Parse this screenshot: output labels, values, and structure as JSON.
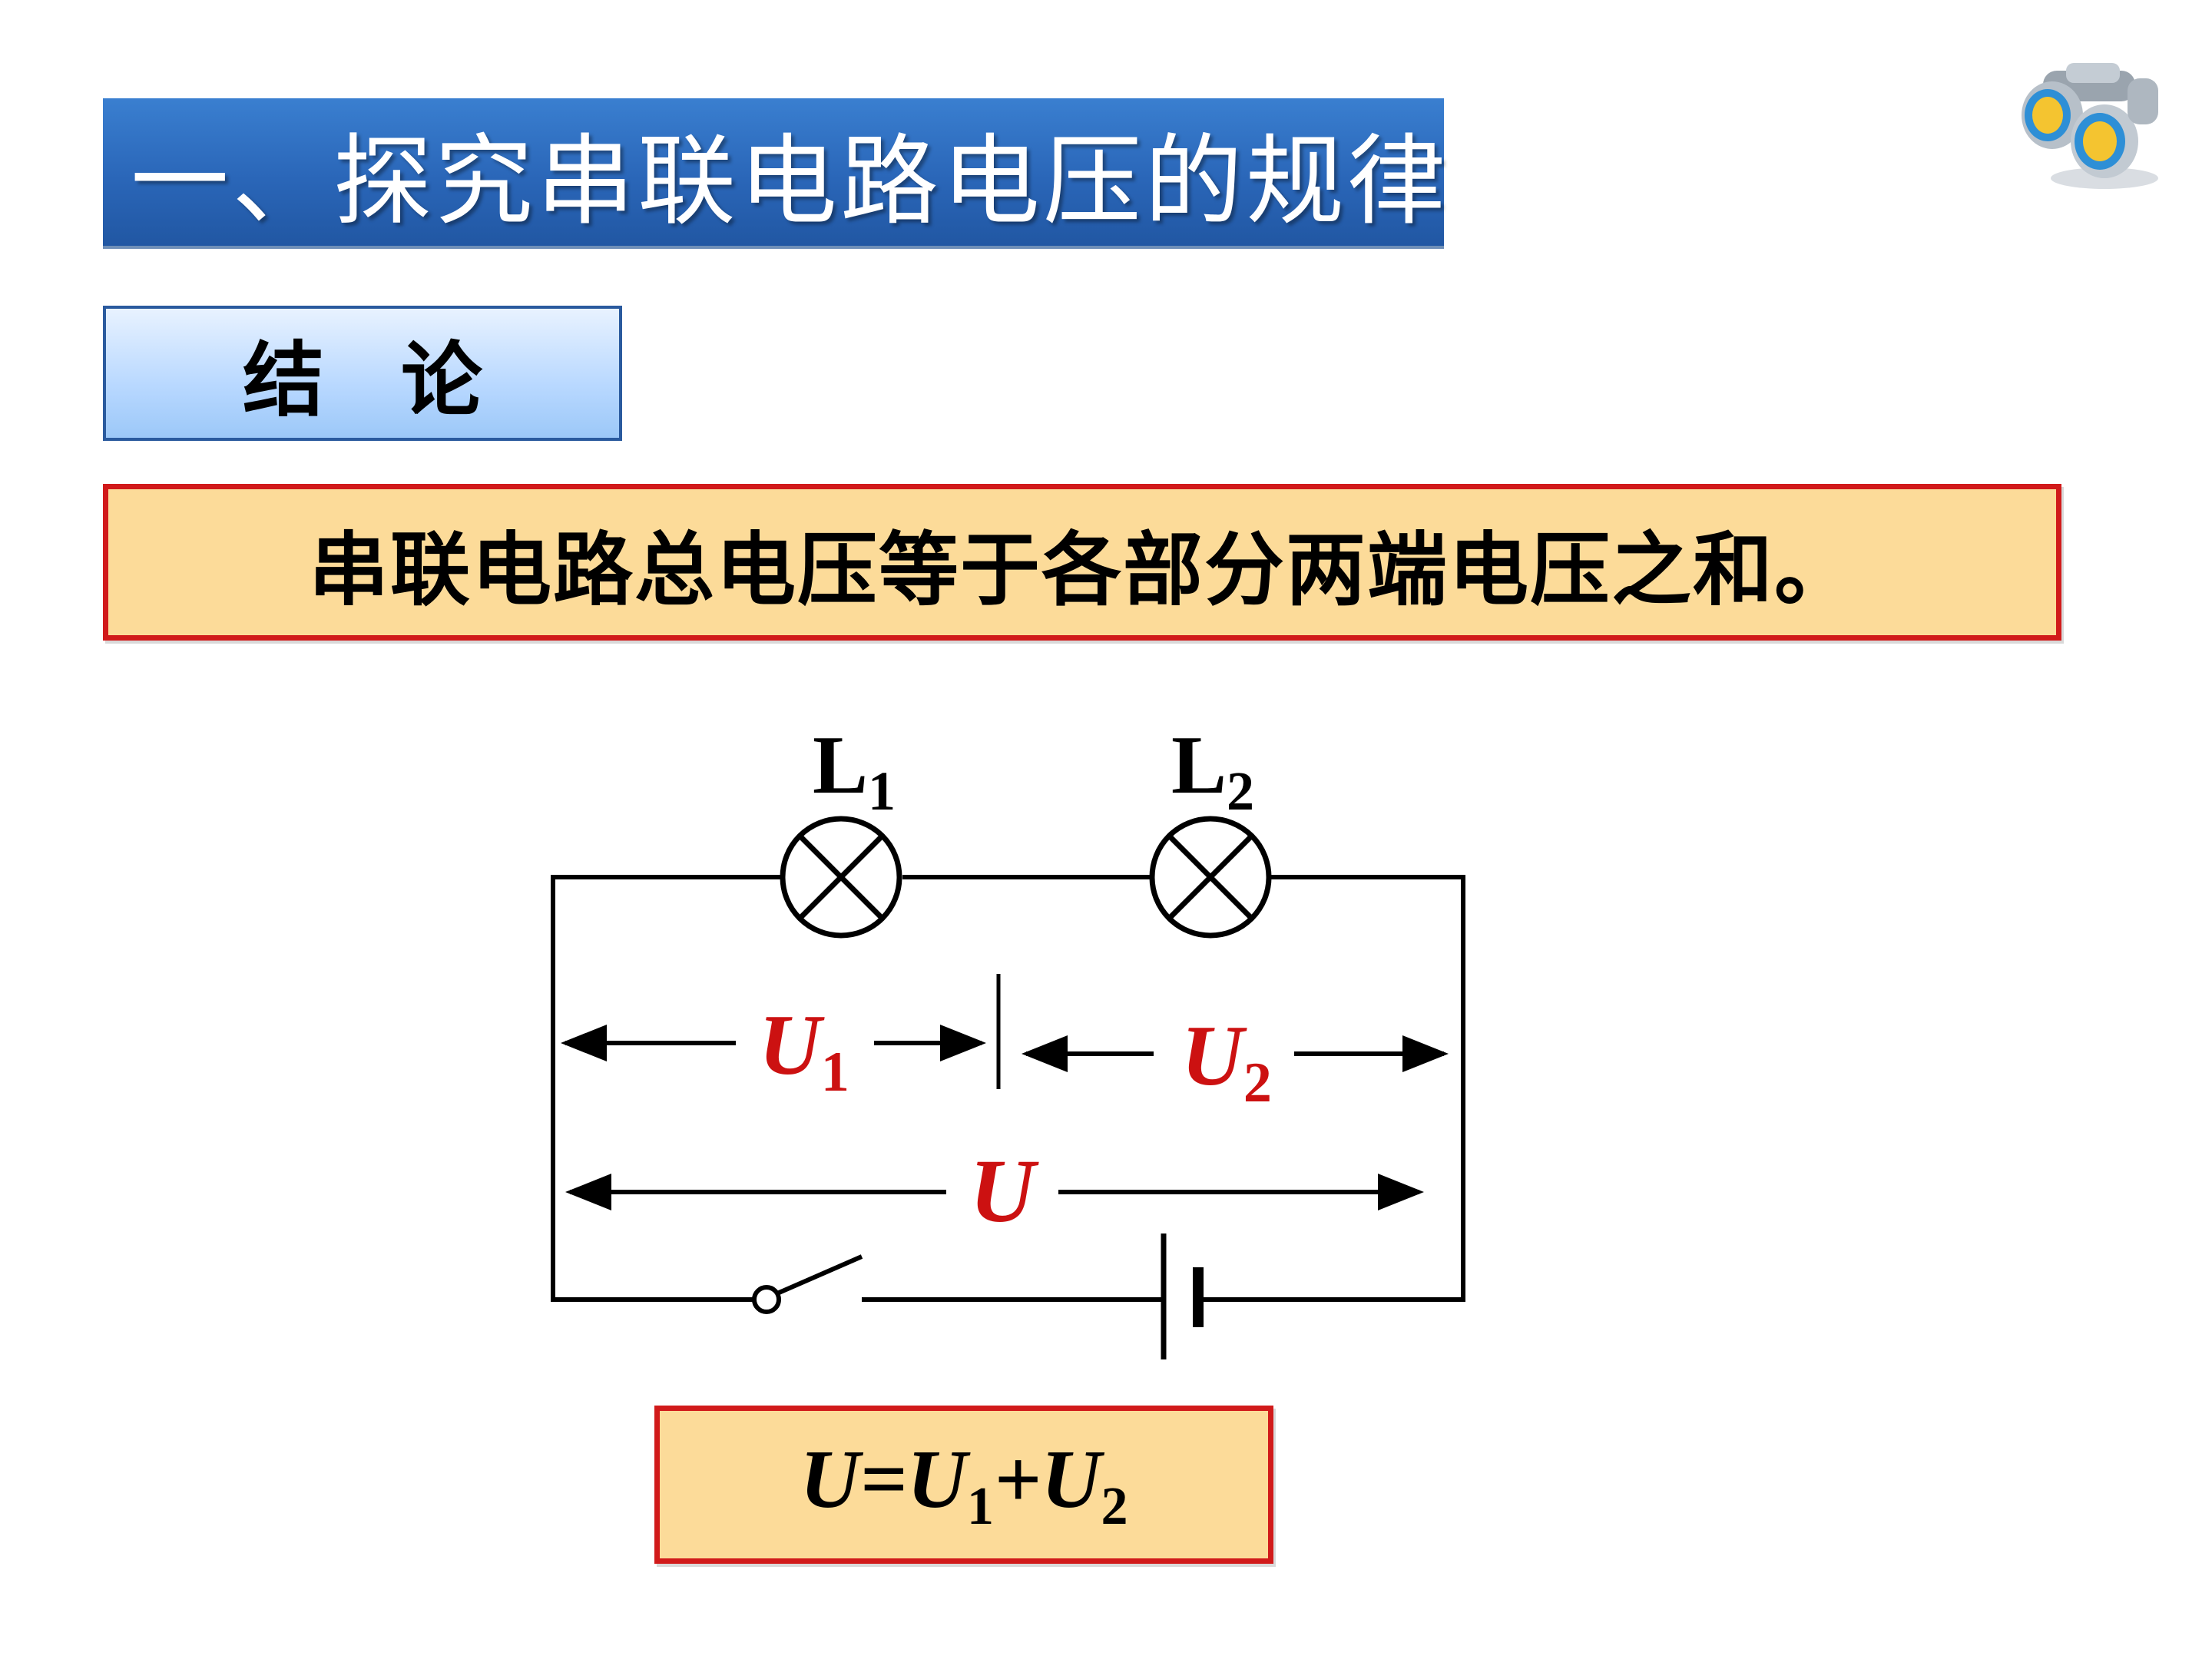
{
  "slide": {
    "title": "一、探究串联电路电压的规律",
    "section_tag": "结论",
    "statement": "串联电路总电压等于各部分两端电压之和。"
  },
  "circuit": {
    "lamp1": {
      "letter": "L",
      "subscript": "1"
    },
    "lamp2": {
      "letter": "L",
      "subscript": "2"
    },
    "voltage1": {
      "letter": "U",
      "subscript": "1"
    },
    "voltage2": {
      "letter": "U",
      "subscript": "2"
    },
    "total_voltage": "U"
  },
  "formula": {
    "u": "U",
    "equals": "=",
    "u1": "U",
    "sub1": "1",
    "plus": "+",
    "u2": "U",
    "sub2": "2"
  },
  "colors": {
    "title_bar": "#2a66b8",
    "statement_fill": "#fcdb99",
    "statement_border": "#d11a1a",
    "voltage_label": "#cc1111",
    "tag_fill": "#b8d8ff"
  },
  "icons": {
    "decoration": "binoculars-icon"
  }
}
